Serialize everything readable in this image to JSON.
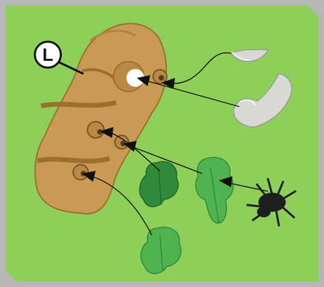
{
  "step": {
    "label": "L"
  },
  "colors": {
    "background": "#8ecf5a",
    "frame": "#b7b7b7",
    "tan": "#c99a54",
    "tan_dark": "#9c6f2e",
    "leaf_dark": "#2f8a3b",
    "leaf_light": "#4fb34f",
    "horn": "#d9d9d3",
    "spider": "#1f1f1f",
    "arrow": "#111111"
  },
  "parts": [
    {
      "id": "small-horn",
      "icon": "horn-icon"
    },
    {
      "id": "large-horn",
      "icon": "horn-icon"
    },
    {
      "id": "dark-leaf",
      "icon": "leaf-icon"
    },
    {
      "id": "light-leaf-upper",
      "icon": "leaf-icon"
    },
    {
      "id": "light-leaf-lower",
      "icon": "leaf-icon"
    },
    {
      "id": "spider",
      "icon": "spider-icon"
    }
  ]
}
